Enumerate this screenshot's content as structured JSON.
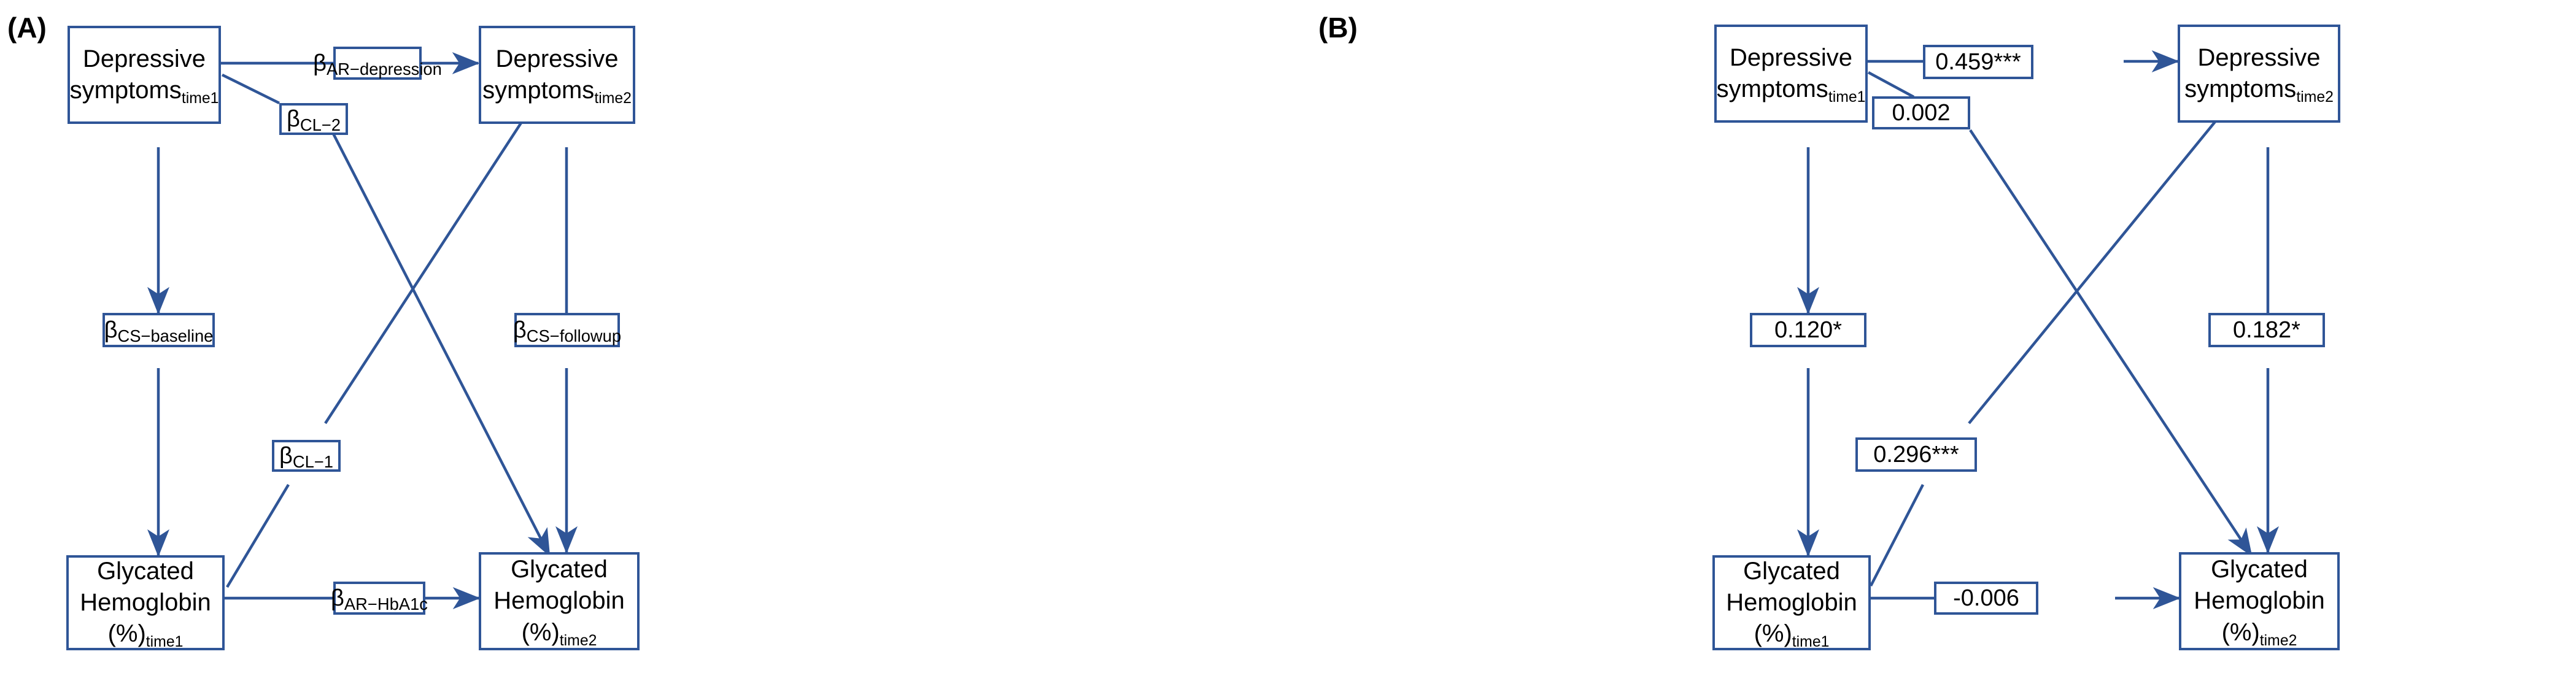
{
  "figure": {
    "type": "cross-lagged-panel-model",
    "accent_color": "#2f5597",
    "background": "#ffffff",
    "text_color": "#000000"
  },
  "panels": [
    {
      "tag": "(A)",
      "name": "conceptual-model",
      "nodes": {
        "top_left": {
          "line1": "Depressive",
          "line2": "symptoms",
          "sub": "time1"
        },
        "top_right": {
          "line1": "Depressive",
          "line2": "symptoms",
          "sub": "time2"
        },
        "bottom_left": {
          "line1": "Glycated Hemoglobin",
          "line2": "(%)",
          "sub": "time1"
        },
        "bottom_right": {
          "line1": "Glycated Hemoglobin",
          "line2": "(%)",
          "sub": "time2"
        }
      },
      "paths": {
        "ar_depression": {
          "text": "β",
          "sub": "AR−depression"
        },
        "ar_hba1c": {
          "text": "β",
          "sub": "AR−HbA1c"
        },
        "cl_2": {
          "text": "β",
          "sub": "CL−2"
        },
        "cl_1": {
          "text": "β",
          "sub": "CL−1"
        },
        "cs_baseline": {
          "text": "β",
          "sub": "CS−baseline"
        },
        "cs_followup": {
          "text": "β",
          "sub": "CS−followup"
        }
      }
    },
    {
      "tag": "(B)",
      "name": "estimated-model",
      "nodes": {
        "top_left": {
          "line1": "Depressive",
          "line2": "symptoms",
          "sub": "time1"
        },
        "top_right": {
          "line1": "Depressive",
          "line2": "symptoms",
          "sub": "time2"
        },
        "bottom_left": {
          "line1": "Glycated Hemoglobin",
          "line2": "(%)",
          "sub": "time1"
        },
        "bottom_right": {
          "line1": "Glycated Hemoglobin",
          "line2": "(%)",
          "sub": "time2"
        }
      },
      "paths": {
        "ar_depression": {
          "text": "0.459***",
          "sub": ""
        },
        "ar_hba1c": {
          "text": "-0.006",
          "sub": ""
        },
        "cl_2": {
          "text": "0.002",
          "sub": ""
        },
        "cl_1": {
          "text": "0.296***",
          "sub": ""
        },
        "cs_baseline": {
          "text": "0.120*",
          "sub": ""
        },
        "cs_followup": {
          "text": "0.182*",
          "sub": ""
        }
      }
    }
  ]
}
